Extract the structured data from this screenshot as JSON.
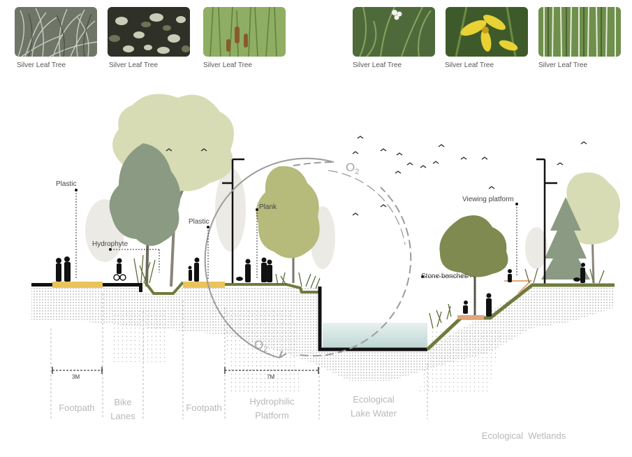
{
  "plants": [
    {
      "caption": "Silver Leaf Tree",
      "icon": "grass-photo-icon"
    },
    {
      "caption": "Silver Leaf Tree",
      "icon": "shrub-photo-icon"
    },
    {
      "caption": "Silver Leaf Tree",
      "icon": "cattail-photo-icon"
    },
    {
      "caption": "Silver Leaf Tree",
      "icon": "flower-photo-icon"
    },
    {
      "caption": "Silver Leaf Tree",
      "icon": "yellow-iris-photo-icon"
    },
    {
      "caption": "Silver Leaf Tree",
      "icon": "horsetail-photo-icon"
    }
  ],
  "labels": {
    "plastic_left": "Plastic",
    "hydrophyte": "Hydrophyte",
    "plastic_mid": "Plastic",
    "plank": "Plank",
    "viewing_platform": "Viewing platform",
    "stone_benches": "Stone benches",
    "o2_top": "O",
    "o2_bottom": "O",
    "o2_sub": "2"
  },
  "dimensions": {
    "left": "3M",
    "mid": "7M"
  },
  "zones": [
    {
      "line1": "Footpath",
      "line2": ""
    },
    {
      "line1": "Bike",
      "line2": "Lanes"
    },
    {
      "line1": "Footpath",
      "line2": ""
    },
    {
      "line1": "Hydrophilic",
      "line2": "Platform"
    },
    {
      "line1": "Ecological",
      "line2": "Lake Water"
    },
    {
      "line1": "Ecological  Wetlands",
      "line2": ""
    }
  ],
  "colors": {
    "path_yellow": "#e9c45a",
    "ground_green": "#6f7b3d",
    "water": "#cfe3e0",
    "tree_dark": "#7e8a4f",
    "tree_light": "#d7dcb5",
    "tree_olive": "#b6ba7a",
    "tree_grey": "#8b9a82"
  }
}
